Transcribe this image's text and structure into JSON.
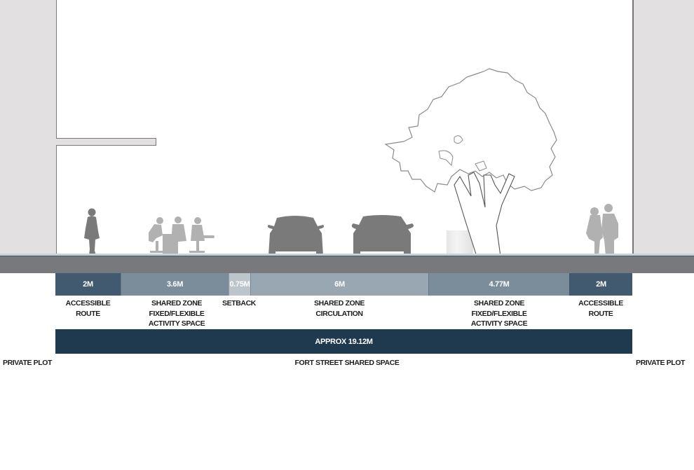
{
  "diagram": {
    "title": "FORT STREET SHARED SPACE",
    "total_width_label": "APPROX 19.12M",
    "left_boundary_label": "PRIVATE PLOT",
    "right_boundary_label": "PRIVATE PLOT",
    "zones": [
      {
        "width_label": "2M",
        "width_m": 2,
        "name_lines": [
          "ACCESSIBLE",
          "ROUTE"
        ],
        "color": "#415a6f"
      },
      {
        "width_label": "3.6M",
        "width_m": 3.6,
        "name_lines": [
          "SHARED ZONE",
          "FIXED/FLEXIBLE",
          "ACTIVITY SPACE"
        ],
        "color": "#7b8d9b"
      },
      {
        "width_label": "0.75M",
        "width_m": 0.75,
        "name_lines": [
          "SETBACK"
        ],
        "color": "#bcc5cc"
      },
      {
        "width_label": "6M",
        "width_m": 6,
        "name_lines": [
          "SHARED ZONE",
          "CIRCULATION"
        ],
        "color": "#98a7b2"
      },
      {
        "width_label": "4.77M",
        "width_m": 4.77,
        "name_lines": [
          "SHARED ZONE",
          "FIXED/FLEXIBLE",
          "ACTIVITY SPACE"
        ],
        "color": "#7b8d9b"
      },
      {
        "width_label": "2M",
        "width_m": 2,
        "name_lines": [
          "ACCESSIBLE",
          "ROUTE"
        ],
        "color": "#415a6f"
      }
    ],
    "figures": [
      "pedestrian-silhouette",
      "seated-group-silhouette",
      "car-silhouette",
      "car-silhouette",
      "tree-outline",
      "planter-bench",
      "couple-silhouette"
    ]
  }
}
